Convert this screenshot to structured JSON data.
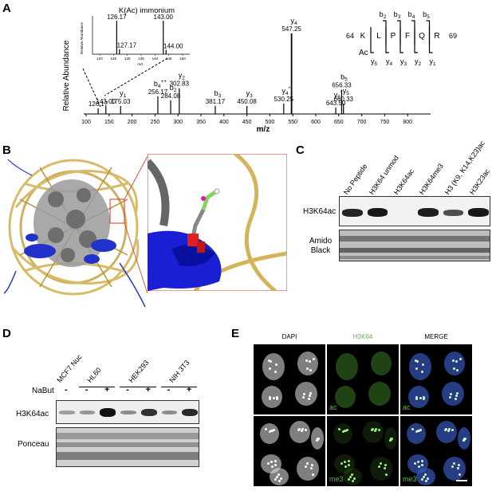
{
  "panels": {
    "a": "A",
    "b": "B",
    "c": "C",
    "d": "D",
    "e": "E"
  },
  "panelA": {
    "ylabel": "Relative Abundance",
    "xlabel": "m/z",
    "inset": {
      "title": "K(Ac) immonium",
      "ylabel": "Relative Abundance",
      "xlabel": "m/z",
      "xticks": [
        "120",
        "125",
        "130",
        "135",
        "140",
        "145",
        "150"
      ],
      "peaks": [
        {
          "mz": 126.17,
          "label": "126.17",
          "rel": 1.0
        },
        {
          "mz": 127.17,
          "label": "127.17",
          "rel": 0.15
        },
        {
          "mz": 143.0,
          "label": "143.00",
          "rel": 1.0
        },
        {
          "mz": 144.0,
          "label": "144.00",
          "rel": 0.13
        }
      ]
    },
    "peptide": {
      "start": "64",
      "end": "69",
      "residues": [
        "K",
        "L",
        "P",
        "F",
        "Q",
        "R"
      ],
      "mod": "Ac",
      "b_ions": [
        "b2",
        "b3",
        "b4",
        "b5"
      ],
      "y_ions": [
        "y5",
        "y4",
        "y3",
        "y2",
        "y1"
      ]
    }
  },
  "chart_data": {
    "type": "bar",
    "xlabel": "m/z",
    "ylabel": "Relative Abundance",
    "xlim": [
      100,
      850
    ],
    "xticks": [
      100,
      150,
      200,
      250,
      300,
      350,
      400,
      450,
      500,
      550,
      600,
      650,
      700,
      750,
      800
    ],
    "peaks": [
      {
        "mz": 126.17,
        "rel": 0.07,
        "label": "126.17",
        "ion": ""
      },
      {
        "mz": 143.0,
        "rel": 0.1,
        "label": "143.00",
        "ion": ""
      },
      {
        "mz": 175.03,
        "rel": 0.1,
        "label": "175.03",
        "ion": "y1"
      },
      {
        "mz": 256.17,
        "rel": 0.22,
        "label": "256.17",
        "ion": "b4++"
      },
      {
        "mz": 284.08,
        "rel": 0.17,
        "label": "284.08",
        "ion": "b2"
      },
      {
        "mz": 302.83,
        "rel": 0.32,
        "label": "302.83",
        "ion": "y2"
      },
      {
        "mz": 381.17,
        "rel": 0.1,
        "label": "381.17",
        "ion": "b3"
      },
      {
        "mz": 450.08,
        "rel": 0.1,
        "label": "450.08",
        "ion": "y3"
      },
      {
        "mz": 530.25,
        "rel": 0.13,
        "label": "530.25",
        "ion": "y4*"
      },
      {
        "mz": 547.25,
        "rel": 1.0,
        "label": "547.25",
        "ion": "y4"
      },
      {
        "mz": 643.5,
        "rel": 0.08,
        "label": "643.50",
        "ion": "y5*"
      },
      {
        "mz": 656.33,
        "rel": 0.3,
        "label": "656.33",
        "ion": "b5"
      },
      {
        "mz": 660.33,
        "rel": 0.13,
        "label": "660.33",
        "ion": "y5"
      }
    ]
  },
  "panelC": {
    "columns": [
      "No Peptide",
      "H3K64 unmod",
      "H3K64ac",
      "H3K64me3",
      "H3 (K9, K14,K23)ac",
      "H3K23ac"
    ],
    "rows": [
      "H3K64ac",
      "Amido Black"
    ],
    "signal": [
      0.85,
      0.95,
      0.0,
      0.9,
      0.55,
      0.95
    ]
  },
  "panelD": {
    "groups": [
      "MCF7 Nuc",
      "HL60",
      "HEK293",
      "NIH 3T3"
    ],
    "treatment_label": "NaBut",
    "lanes": [
      "-",
      "-",
      "+",
      "-",
      "+",
      "-",
      "+"
    ],
    "rows": [
      "H3K64ac",
      "Ponceau"
    ],
    "signal": [
      0.15,
      0.2,
      1.0,
      0.25,
      0.8,
      0.25,
      0.85
    ]
  },
  "panelE": {
    "columns": [
      "DAPI",
      "H3K64",
      "MERGE"
    ],
    "rows": [
      "ac",
      "me3"
    ],
    "h3k64_color": "#5bbf3a",
    "dapi_color": "#e8e8e8",
    "merge_color": "#3a5cc9"
  }
}
